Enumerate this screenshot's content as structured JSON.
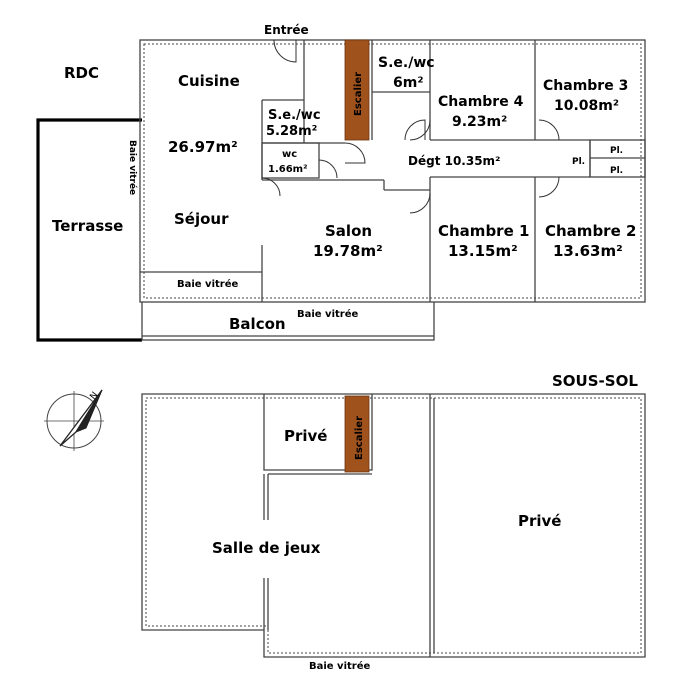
{
  "levels": {
    "ground": "RDC",
    "basement": "SOUS-SOL"
  },
  "labels": {
    "entree": "Entrée",
    "cuisine": "Cuisine",
    "cuisine_area": "26.97m²",
    "sejour": "Séjour",
    "sewc1_name": "S.e./wc",
    "sewc1_area": "5.28m²",
    "wc_name": "wc",
    "wc_area": "1.66m²",
    "escalier": "Escalier",
    "sewc2_name": "S.e./wc",
    "sewc2_area": "6m²",
    "ch4_name": "Chambre 4",
    "ch4_area": "9.23m²",
    "ch3_name": "Chambre 3",
    "ch3_area": "10.08m²",
    "degt": "Dégt 10.35m²",
    "pl": "Pl.",
    "salon_name": "Salon",
    "salon_area": "19.78m²",
    "ch1_name": "Chambre 1",
    "ch1_area": "13.15m²",
    "ch2_name": "Chambre 2",
    "ch2_area": "13.63m²",
    "terrasse": "Terrasse",
    "balcon": "Balcon",
    "baie": "Baie vitrée",
    "prive": "Privé",
    "salle_jeux": "Salle de jeux"
  },
  "colors": {
    "stairs": "#a0521d",
    "walls": "#444444"
  },
  "icons": {
    "compass": "north-arrow-icon"
  }
}
